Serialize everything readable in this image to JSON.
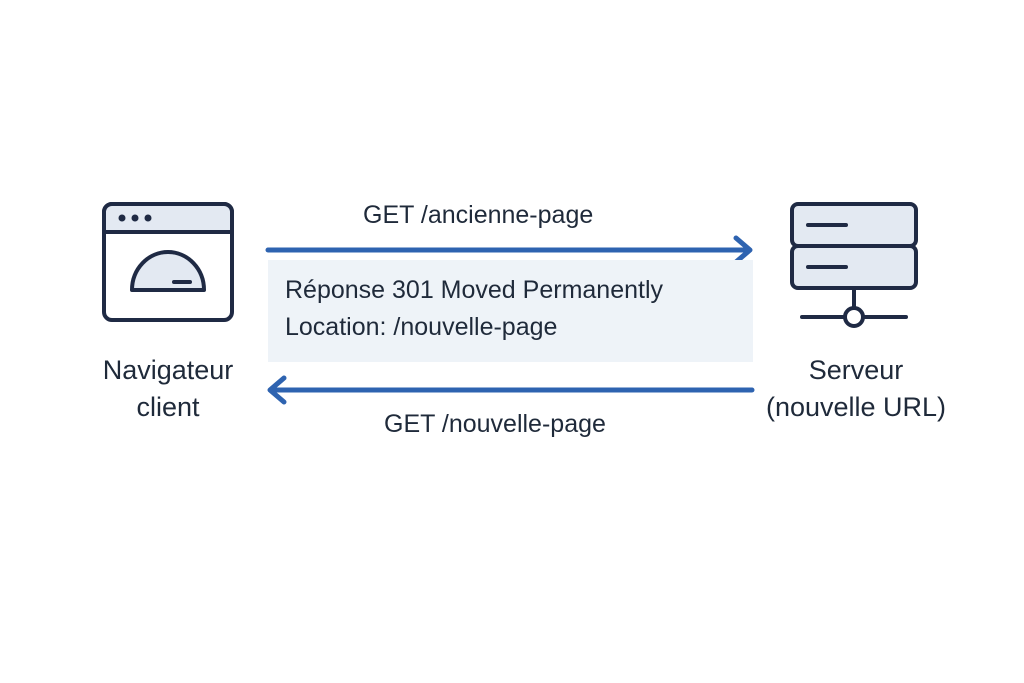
{
  "nodes": {
    "client": {
      "icon": "browser-window-icon",
      "label_line1": "Navigateur",
      "label_line2": "client"
    },
    "server": {
      "icon": "server-icon",
      "label_line1": "Serveur",
      "label_line2": "(nouvelle URL)"
    }
  },
  "messages": {
    "request_old": "GET /ancienne-page",
    "response_line1": "Réponse 301 Moved Permanently",
    "response_line2": "Location: /nouvelle-page",
    "request_new": "GET /nouvelle-page"
  },
  "colors": {
    "arrow": "#2e63b0",
    "icon_stroke": "#1f2a44",
    "icon_fill": "#e3e9f2",
    "response_bg": "#eef3f8",
    "text": "#1f2a3a"
  }
}
